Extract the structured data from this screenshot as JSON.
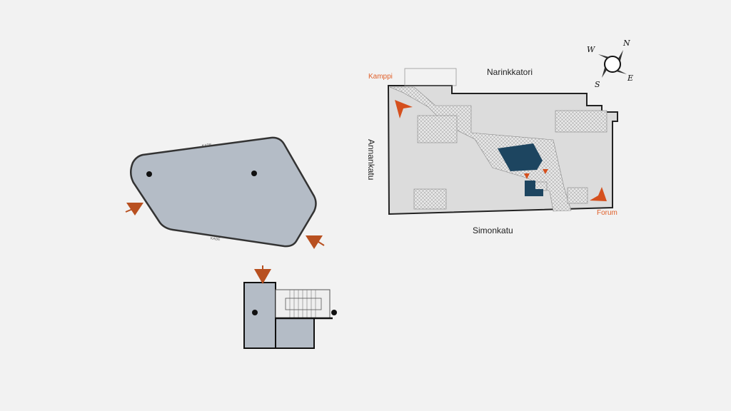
{
  "labels": {
    "street_north": "Narinkkatori",
    "street_south": "Simonkatu",
    "street_west": "Annankatu",
    "entrance_kamppi": "Kamppi",
    "entrance_forum": "Forum",
    "kade_top": "KADE",
    "kade_bottom": "KADE"
  },
  "compass": {
    "n": "N",
    "e": "E",
    "s": "S",
    "w": "W"
  },
  "colors": {
    "background": "#f2f2f2",
    "floor": "#dcdcdc",
    "room": "#b4bcc6",
    "pool": "#1d4560",
    "arrow": "#d5501e",
    "arrow_dark": "#b85020",
    "label_accent": "#e0602a"
  }
}
